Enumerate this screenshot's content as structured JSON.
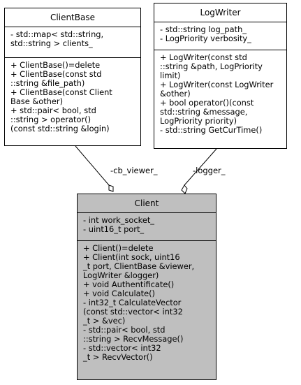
{
  "diagram": {
    "classes": {
      "client_base": {
        "name": "ClientBase",
        "attributes": [
          "- std::map< std::string,",
          "  std::string > clients_"
        ],
        "methods": [
          "+ ClientBase()=delete",
          "+ ClientBase(const std",
          "::string &file_path)",
          "+ ClientBase(const Client",
          "Base &other)",
          "+ std::pair< bool, std",
          "::string > operator()",
          "(const std::string &login)"
        ]
      },
      "log_writer": {
        "name": "LogWriter",
        "attributes": [
          "- std::string log_path_",
          "- LogPriority verbosity_"
        ],
        "methods": [
          "+ LogWriter(const std",
          "::string &path, LogPriority",
          " limit)",
          "+ LogWriter(const LogWriter",
          " &other)",
          "+ bool operator()(const",
          " std::string &message,",
          " LogPriority priority)",
          "- std::string GetCurTime()"
        ]
      },
      "client": {
        "name": "Client",
        "attributes": [
          "- int work_socket_",
          "- uint16_t port_"
        ],
        "methods": [
          "+ Client()=delete",
          "+ Client(int sock, uint16",
          "_t port, ClientBase &viewer,",
          " LogWriter &logger)",
          "+ void Authentificate()",
          "+ void Calculate()",
          "- int32_t CalculateVector",
          "(const std::vector< int32",
          "_t > &vec)",
          "- std::pair< bool, std",
          "::string > RecvMessage()",
          "- std::vector< int32",
          "_t > RecvVector()"
        ]
      }
    },
    "associations": {
      "cb_viewer": "-cb_viewer_",
      "logger": "-logger_"
    }
  }
}
